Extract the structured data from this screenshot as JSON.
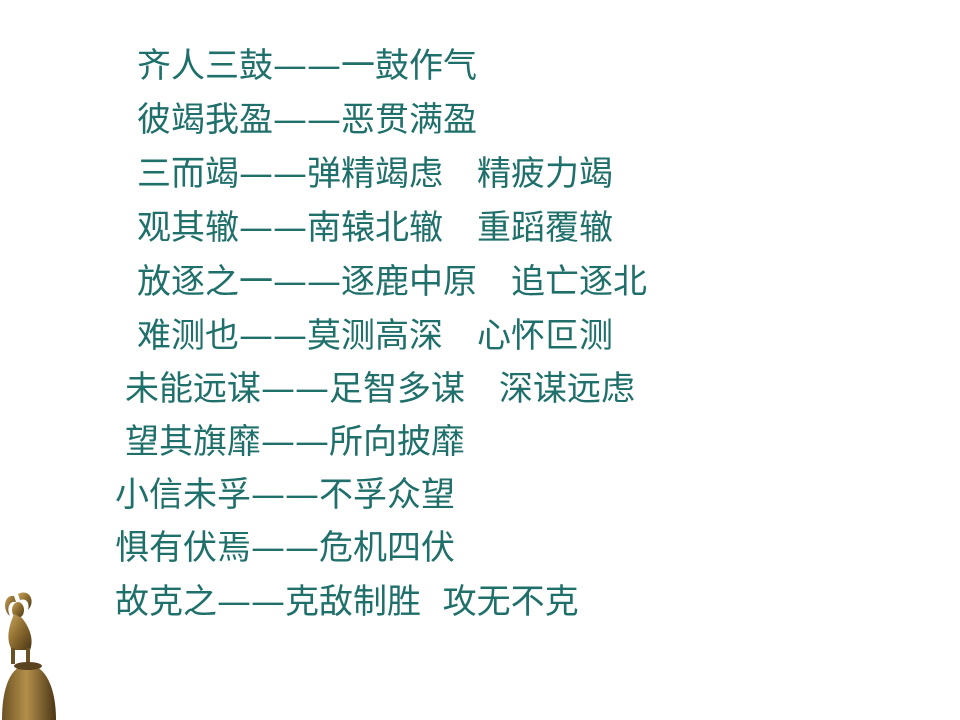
{
  "lines": [
    "齐人三鼓——一鼓作气",
    "彼竭我盈——恶贯满盈",
    "三而竭——弹精竭虑　精疲力竭",
    "观其辙——南辕北辙　重蹈覆辙",
    "放逐之一——逐鹿中原　追亡逐北",
    "难测也——莫测高深　心怀叵测",
    "未能远谋——足智多谋　深谋远虑",
    "望其旗靡——所向披靡",
    "小信未孚——不孚众望",
    "惧有伏焉——危机四伏",
    "故克之——克敌制胜  攻无不克"
  ],
  "colors": {
    "text": "#1f6f6a",
    "ornament_bronze": "#8a6a2e",
    "ornament_dark": "#4a3616"
  },
  "icons": {
    "ornament": "bronze-goat-statue-icon"
  }
}
